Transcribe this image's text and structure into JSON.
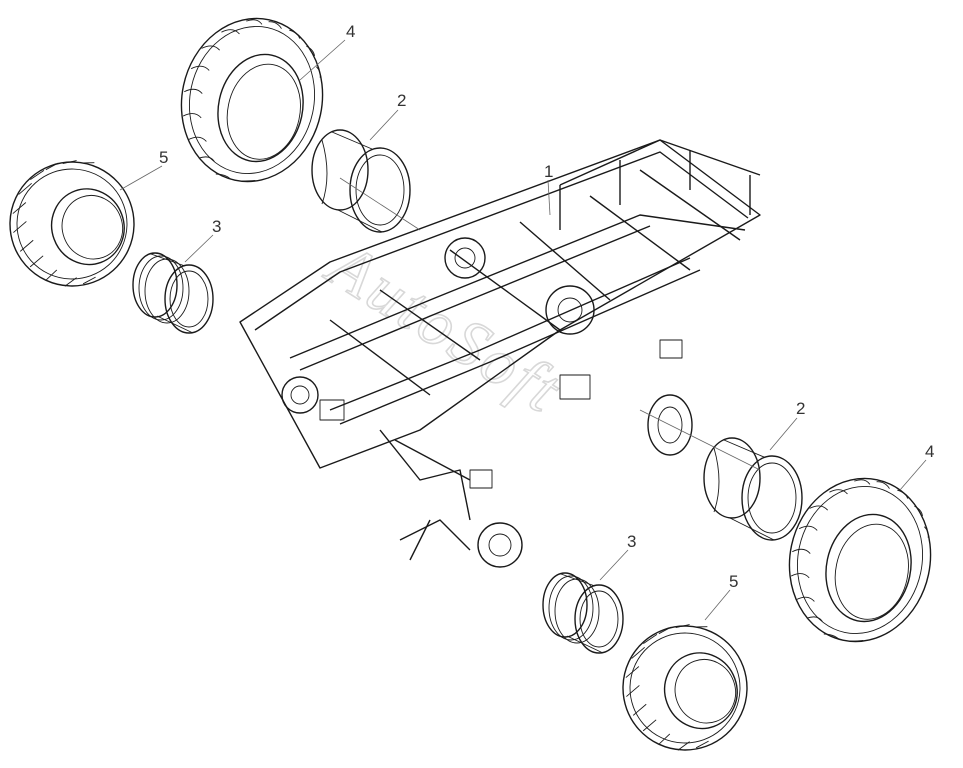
{
  "watermark": "AutoSoft",
  "callouts": {
    "frame": "1",
    "rim_large_top": "2",
    "rim_large_bottom": "2",
    "rim_small_top": "3",
    "rim_small_bottom": "3",
    "tire_large_top": "4",
    "tire_large_bottom": "4",
    "tire_small_top": "5",
    "tire_small_bottom": "5"
  }
}
